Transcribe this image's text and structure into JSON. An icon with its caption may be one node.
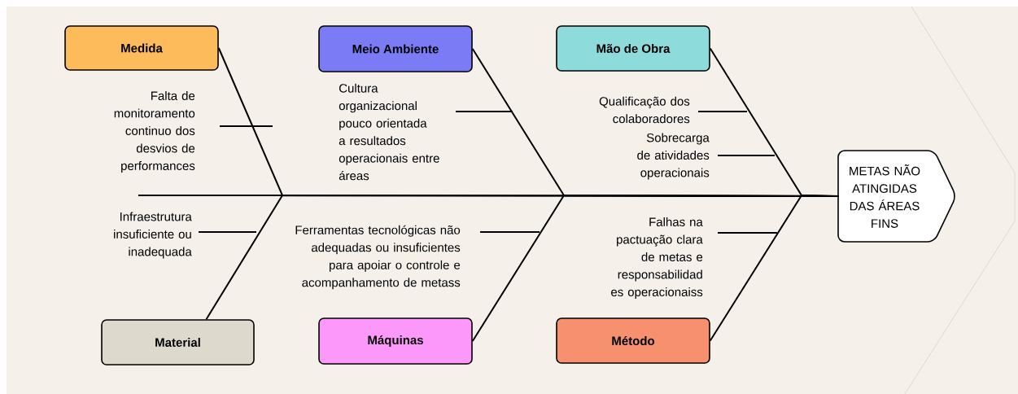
{
  "diagram": {
    "nodes": [
      {
        "text": [
          "Medida"
        ]
      },
      {
        "text": [
          "Meio Ambiente"
        ]
      },
      {
        "text": [
          "Mão de Obra"
        ]
      },
      {
        "text": [
          "Material"
        ]
      },
      {
        "text": [
          "Máquinas"
        ]
      },
      {
        "text": [
          "Método"
        ]
      },
      {
        "text": [
          "METAS NÃO ATINGIDAS DAS ÁREAS FINS"
        ]
      }
    ],
    "edges": [
      {
        "from": 0,
        "to": 6,
        "arrow": "none"
      },
      {
        "from": 1,
        "to": 6,
        "arrow": "none"
      },
      {
        "from": 2,
        "to": 6,
        "arrow": "none"
      },
      {
        "from": 3,
        "to": 6,
        "arrow": "none"
      },
      {
        "from": 4,
        "to": 6,
        "arrow": "none"
      },
      {
        "from": 5,
        "to": 6,
        "arrow": "none"
      }
    ],
    "labels": [
      "Falta de monitoramento continuo dos desvios de performances",
      "Cultura organizacional pouco orientada a resultados operacionais entre áreas",
      "Qualificação dos colaboradores",
      "Sobrecarga de atividades operacionais",
      "Infraestrutura insuficiente ou inadequada",
      "Ferramentas tecnológicas não adequadas ou insuficientes para apoiar o controle e acompanhamento de metass",
      "Falhas na pactuação clara de metas e responsabilidad es operacionaiss"
    ]
  }
}
